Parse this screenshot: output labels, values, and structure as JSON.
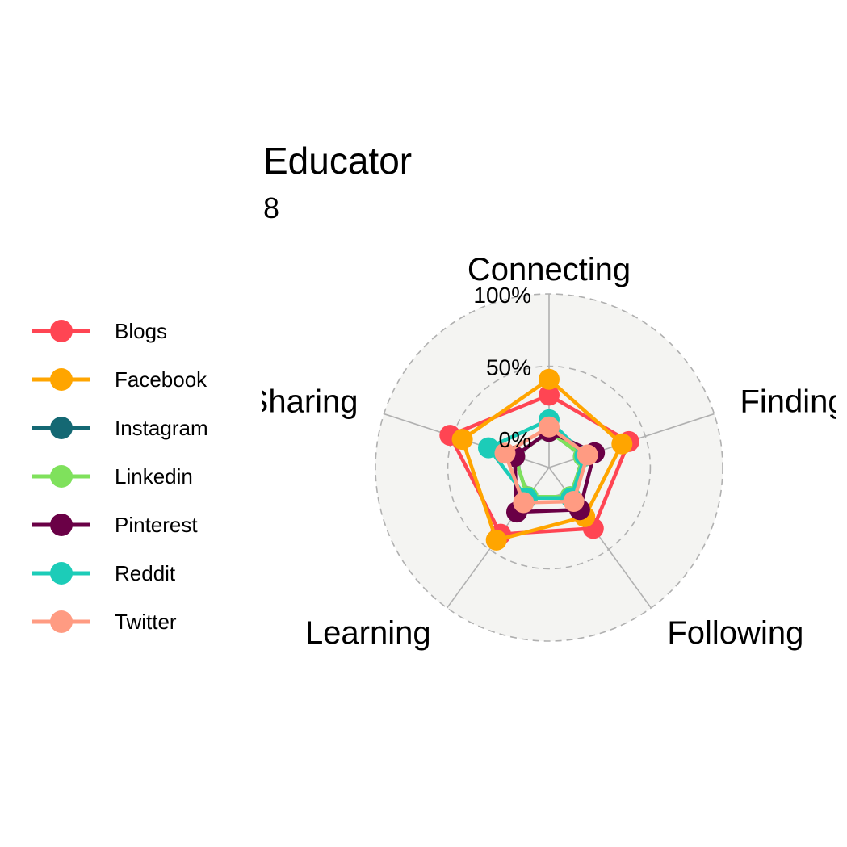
{
  "chart_data": {
    "type": "radar",
    "title": "Educator",
    "subtitle": "8",
    "axes": [
      "Connecting",
      "Finding",
      "Following",
      "Learning",
      "Sharing"
    ],
    "radial_ticks": [
      "0%",
      "50%",
      "100%"
    ],
    "rlim": [
      -0.2,
      1.0
    ],
    "grid": true,
    "legend_position": "left",
    "series": [
      {
        "name": "Blogs",
        "color": "#FF4553",
        "values": [
          0.3,
          0.38,
          0.32,
          0.37,
          0.52
        ]
      },
      {
        "name": "Facebook",
        "color": "#FFA500",
        "values": [
          0.41,
          0.33,
          0.22,
          0.42,
          0.43
        ]
      },
      {
        "name": "Instagram",
        "color": "#146873",
        "values": [
          0.05,
          0.05,
          0.05,
          0.05,
          0.05
        ]
      },
      {
        "name": "Linkedin",
        "color": "#7FE15C",
        "values": [
          0.05,
          0.05,
          0.05,
          0.05,
          0.05
        ]
      },
      {
        "name": "Pinterest",
        "color": "#6A0046",
        "values": [
          0.05,
          0.13,
          0.16,
          0.18,
          0.05
        ]
      },
      {
        "name": "Reddit",
        "color": "#1CCCB8",
        "values": [
          0.13,
          0.06,
          0.06,
          0.06,
          0.24
        ]
      },
      {
        "name": "Twitter",
        "color": "#FF9B82",
        "values": [
          0.08,
          0.08,
          0.09,
          0.1,
          0.12
        ]
      }
    ]
  }
}
